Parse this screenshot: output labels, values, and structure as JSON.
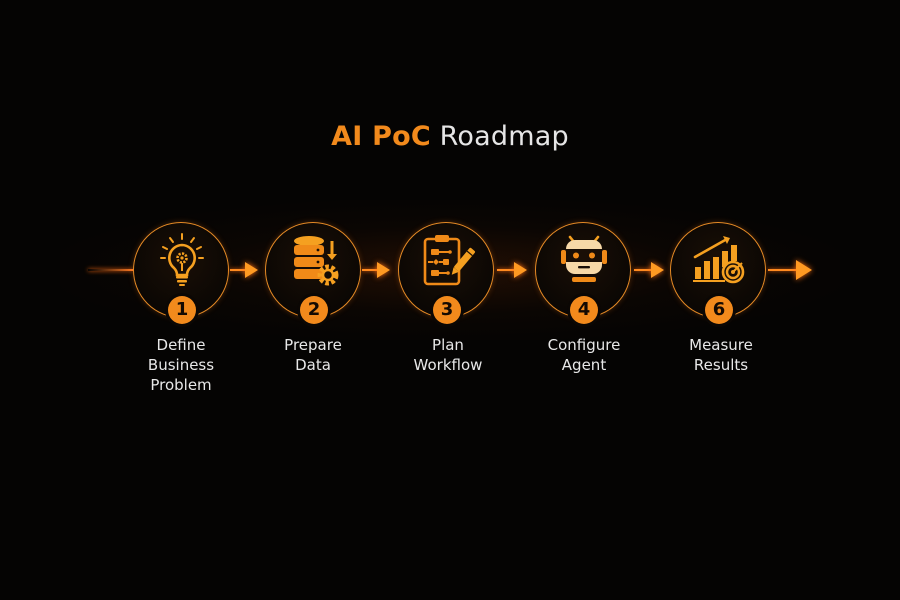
{
  "title": {
    "accent": "AI PoC",
    "rest": "Roadmap"
  },
  "colors": {
    "accent": "#f28a1c",
    "background": "#050403",
    "text": "#e8e8e8"
  },
  "steps": [
    {
      "number": "1",
      "icon": "lightbulb-gear-icon",
      "label_lines": [
        "Define",
        "Business",
        "Problem"
      ]
    },
    {
      "number": "2",
      "icon": "database-gear-icon",
      "label_lines": [
        "Prepare",
        "Data"
      ]
    },
    {
      "number": "3",
      "icon": "clipboard-workflow-icon",
      "label_lines": [
        "Plan",
        "Workflow"
      ]
    },
    {
      "number": "4",
      "icon": "robot-icon",
      "label_lines": [
        "Configure",
        "Agent"
      ]
    },
    {
      "number": "6",
      "icon": "chart-target-icon",
      "label_lines": [
        "Measure",
        "Results"
      ]
    }
  ]
}
